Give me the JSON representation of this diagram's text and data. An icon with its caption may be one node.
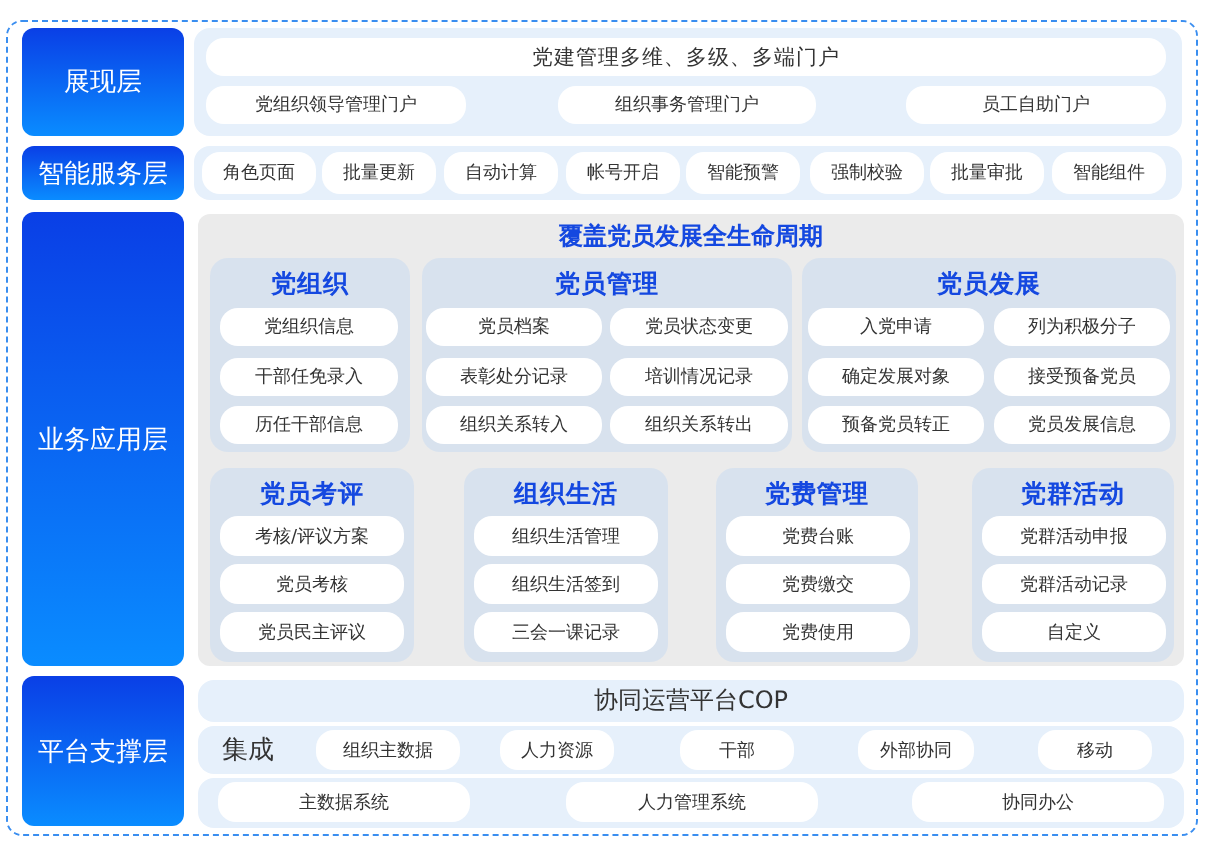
{
  "diagram": {
    "nodes": [
      {
        "text": [],
        "shape": "box"
      },
      {
        "text": [
          "展现层"
        ],
        "in": 0
      },
      {
        "text": [],
        "shape": "box",
        "in": 0
      },
      {
        "text": [
          "党建管理多维、多级、多端门户"
        ],
        "in": 2
      },
      {
        "text": [
          "党组织领导管理门户"
        ],
        "in": 2
      },
      {
        "text": [
          "组织事务管理门户"
        ],
        "in": 2
      },
      {
        "text": [
          "员工自助门户"
        ],
        "in": 2
      },
      {
        "text": [
          "智能服务层"
        ],
        "in": 0
      },
      {
        "text": [],
        "shape": "box",
        "in": 0
      },
      {
        "text": [
          "角色页面"
        ],
        "in": 8
      },
      {
        "text": [
          "批量更新"
        ],
        "in": 8
      },
      {
        "text": [
          "自动计算"
        ],
        "in": 8
      },
      {
        "text": [
          "帐号开启"
        ],
        "in": 8
      },
      {
        "text": [
          "智能预警"
        ],
        "in": 8
      },
      {
        "text": [
          "强制校验"
        ],
        "in": 8
      },
      {
        "text": [
          "批量审批"
        ],
        "in": 8
      },
      {
        "text": [
          "智能组件"
        ],
        "in": 8
      },
      {
        "text": [
          "业务应用层"
        ],
        "in": 0
      },
      {
        "text": [
          "覆盖党员发展全生命周期"
        ],
        "in": 0
      },
      {
        "text": [
          "党组织"
        ],
        "in": 18
      },
      {
        "text": [
          "党组织信息"
        ],
        "in": 19
      },
      {
        "text": [
          "干部任免录入"
        ],
        "in": 19
      },
      {
        "text": [
          "历任干部信息"
        ],
        "in": 19
      },
      {
        "text": [
          "党员管理"
        ],
        "in": 18
      },
      {
        "text": [
          "党员档案"
        ],
        "in": 23
      },
      {
        "text": [
          "党员状态变更"
        ],
        "in": 23
      },
      {
        "text": [
          "表彰处分记录"
        ],
        "in": 23
      },
      {
        "text": [
          "培训情况记录"
        ],
        "in": 23
      },
      {
        "text": [
          "组织关系转入"
        ],
        "in": 23
      },
      {
        "text": [
          "组织关系转出"
        ],
        "in": 23
      },
      {
        "text": [
          "党员发展"
        ],
        "in": 18
      },
      {
        "text": [
          "入党申请"
        ],
        "in": 30
      },
      {
        "text": [
          "列为积极分子"
        ],
        "in": 30
      },
      {
        "text": [
          "确定发展对象"
        ],
        "in": 30
      },
      {
        "text": [
          "接受预备党员"
        ],
        "in": 30
      },
      {
        "text": [
          "预备党员转正"
        ],
        "in": 30
      },
      {
        "text": [
          "党员发展信息"
        ],
        "in": 30
      },
      {
        "text": [
          "党员考评"
        ],
        "in": 18
      },
      {
        "text": [
          "考核/评议方案"
        ],
        "in": 37
      },
      {
        "text": [
          "党员考核"
        ],
        "in": 37
      },
      {
        "text": [
          "党员民主评议"
        ],
        "in": 37
      },
      {
        "text": [
          "组织生活"
        ],
        "in": 18
      },
      {
        "text": [
          "组织生活管理"
        ],
        "in": 41
      },
      {
        "text": [
          "组织生活签到"
        ],
        "in": 41
      },
      {
        "text": [
          "三会一课记录"
        ],
        "in": 41
      },
      {
        "text": [
          "党费管理"
        ],
        "in": 18
      },
      {
        "text": [
          "党费台账"
        ],
        "in": 45
      },
      {
        "text": [
          "党费缴交"
        ],
        "in": 45
      },
      {
        "text": [
          "党费使用"
        ],
        "in": 45
      },
      {
        "text": [
          "党群活动"
        ],
        "in": 18
      },
      {
        "text": [
          "党群活动申报"
        ],
        "in": 49
      },
      {
        "text": [
          "党群活动记录"
        ],
        "in": 49
      },
      {
        "text": [
          "自定义"
        ],
        "in": 49
      },
      {
        "text": [
          "平台支撑层"
        ],
        "in": 0
      },
      {
        "text": [
          "协同运营平台COP"
        ],
        "in": 0
      },
      {
        "text": [
          "集成"
        ],
        "in": 0
      },
      {
        "text": [
          "组织主数据"
        ],
        "in": 55
      },
      {
        "text": [
          "人力资源"
        ],
        "in": 55
      },
      {
        "text": [
          "干部"
        ],
        "in": 55
      },
      {
        "text": [
          "外部协同"
        ],
        "in": 55
      },
      {
        "text": [
          "移动"
        ],
        "in": 55
      },
      {
        "text": [],
        "shape": "box",
        "in": 0
      },
      {
        "text": [
          "主数据系统"
        ],
        "in": 61
      },
      {
        "text": [
          "人力管理系统"
        ],
        "in": 61
      },
      {
        "text": [
          "协同办公"
        ],
        "in": 61
      }
    ],
    "edges": []
  }
}
